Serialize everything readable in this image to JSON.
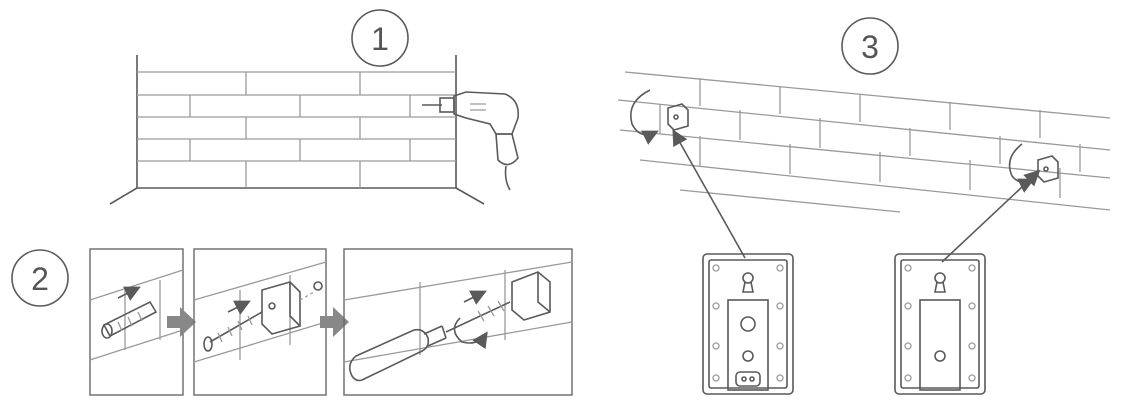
{
  "steps": [
    {
      "number": "1",
      "label_icon": "step-number-circle"
    },
    {
      "number": "2",
      "label_icon": "step-number-circle"
    },
    {
      "number": "3",
      "label_icon": "step-number-circle"
    }
  ],
  "icons": [
    "brick-wall-icon",
    "power-drill-icon",
    "wall-anchor-icon",
    "screw-icon",
    "mounting-bracket-icon",
    "screwdriver-icon",
    "arrow-right-icon",
    "rotate-arrow-icon",
    "speaker-back-icon",
    "keyhole-slot-icon",
    "power-socket-icon"
  ],
  "colors": {
    "line": "#5a5a5a",
    "light_line": "#9a9a9a",
    "arrow_fill": "#888888",
    "background": "#ffffff"
  }
}
